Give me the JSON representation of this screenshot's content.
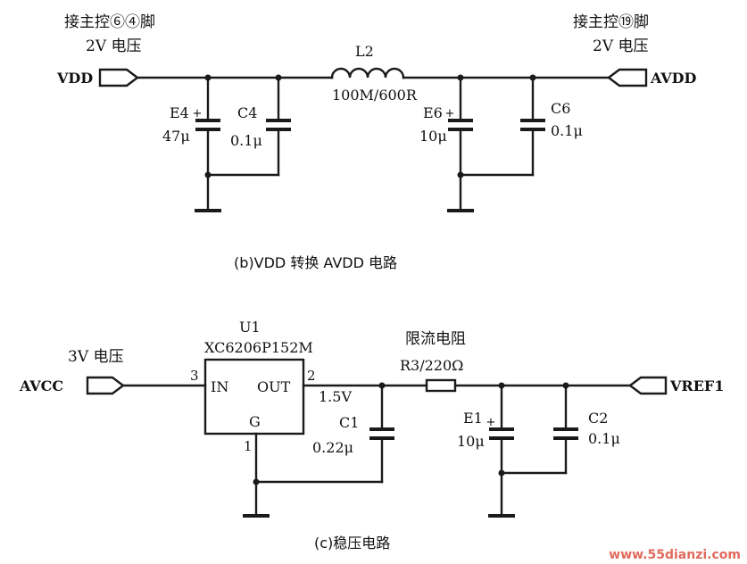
{
  "top": {
    "left_note_line1": "接主控⑥④脚",
    "left_note_line2": "2V 电压",
    "right_note_line1": "接主控⑲脚",
    "right_note_line2": "2V 电压",
    "vdd": "VDD",
    "avdd": "AVDD",
    "l2_name": "L2",
    "l2_value": "100M/600R",
    "e4_name": "E4",
    "e4_value": "47μ",
    "c4_name": "C4",
    "c4_value": "0.1μ",
    "e6_name": "E6",
    "e6_value": "10μ",
    "c6_name": "C6",
    "c6_value": "0.1μ",
    "caption": "(b)VDD 转换 AVDD 电路"
  },
  "bottom": {
    "u1_name": "U1",
    "u1_part": "XC6206P152M",
    "in_voltage": "3V 电压",
    "avcc": "AVCC",
    "pin3": "3",
    "pin2": "2",
    "pin1": "1",
    "in_label": "IN",
    "out_label": "OUT",
    "g_label": "G",
    "out_voltage": "1.5V",
    "c1_name": "C1",
    "c1_value": "0.22μ",
    "r3_desc": "限流电阻",
    "r3_label": "R3/220Ω",
    "e1_name": "E1",
    "e1_value": "10μ",
    "c2_name": "C2",
    "c2_value": "0.1μ",
    "vref": "VREF1",
    "caption": "(c)稳压电路"
  },
  "watermark": "www.55dianzi.com"
}
